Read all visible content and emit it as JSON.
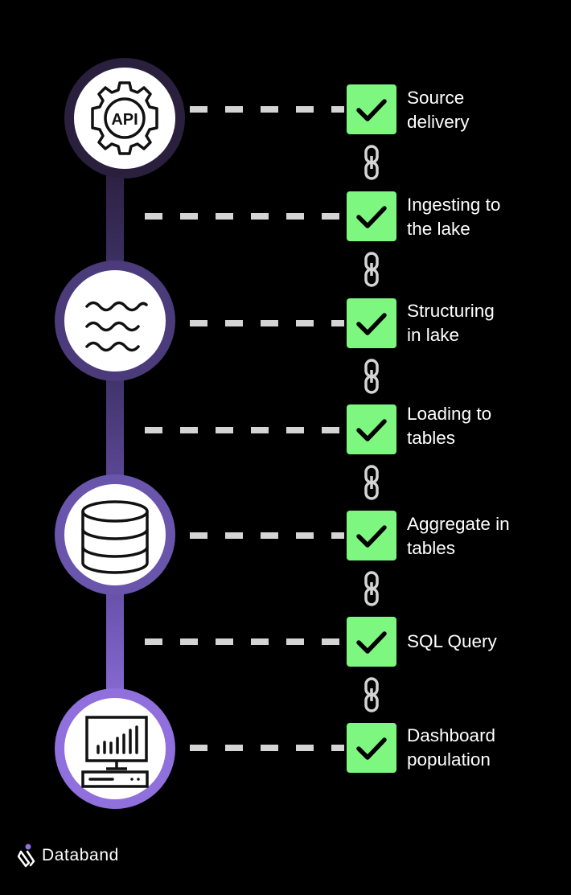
{
  "nodes": [
    {
      "icon": "api-gear-icon",
      "icon_text": "API",
      "ring_color": "#2a1f3d"
    },
    {
      "icon": "waves-icon",
      "ring_color": "#4b3b7a"
    },
    {
      "icon": "database-icon",
      "ring_color": "#6a55ad"
    },
    {
      "icon": "dashboard-monitor-icon",
      "ring_color": "#8f70dc"
    }
  ],
  "steps": [
    {
      "label": "Source\ndelivery",
      "status": "check-icon"
    },
    {
      "label": "Ingesting to\nthe lake",
      "status": "check-icon"
    },
    {
      "label": "Structuring\nin lake",
      "status": "check-icon"
    },
    {
      "label": "Loading to\ntables",
      "status": "check-icon"
    },
    {
      "label": "Aggregate in\ntables",
      "status": "check-icon"
    },
    {
      "label": "SQL Query",
      "status": "check-icon"
    },
    {
      "label": "Dashboard\npopulation",
      "status": "check-icon"
    }
  ],
  "colors": {
    "background": "#000000",
    "check_fill": "#7ef781",
    "dash": "#d4d4d4",
    "ring_dark": "#2a1f3d",
    "ring_light": "#8f70dc"
  },
  "brand": {
    "name": "Databand",
    "icon": "databand-logo-icon"
  }
}
